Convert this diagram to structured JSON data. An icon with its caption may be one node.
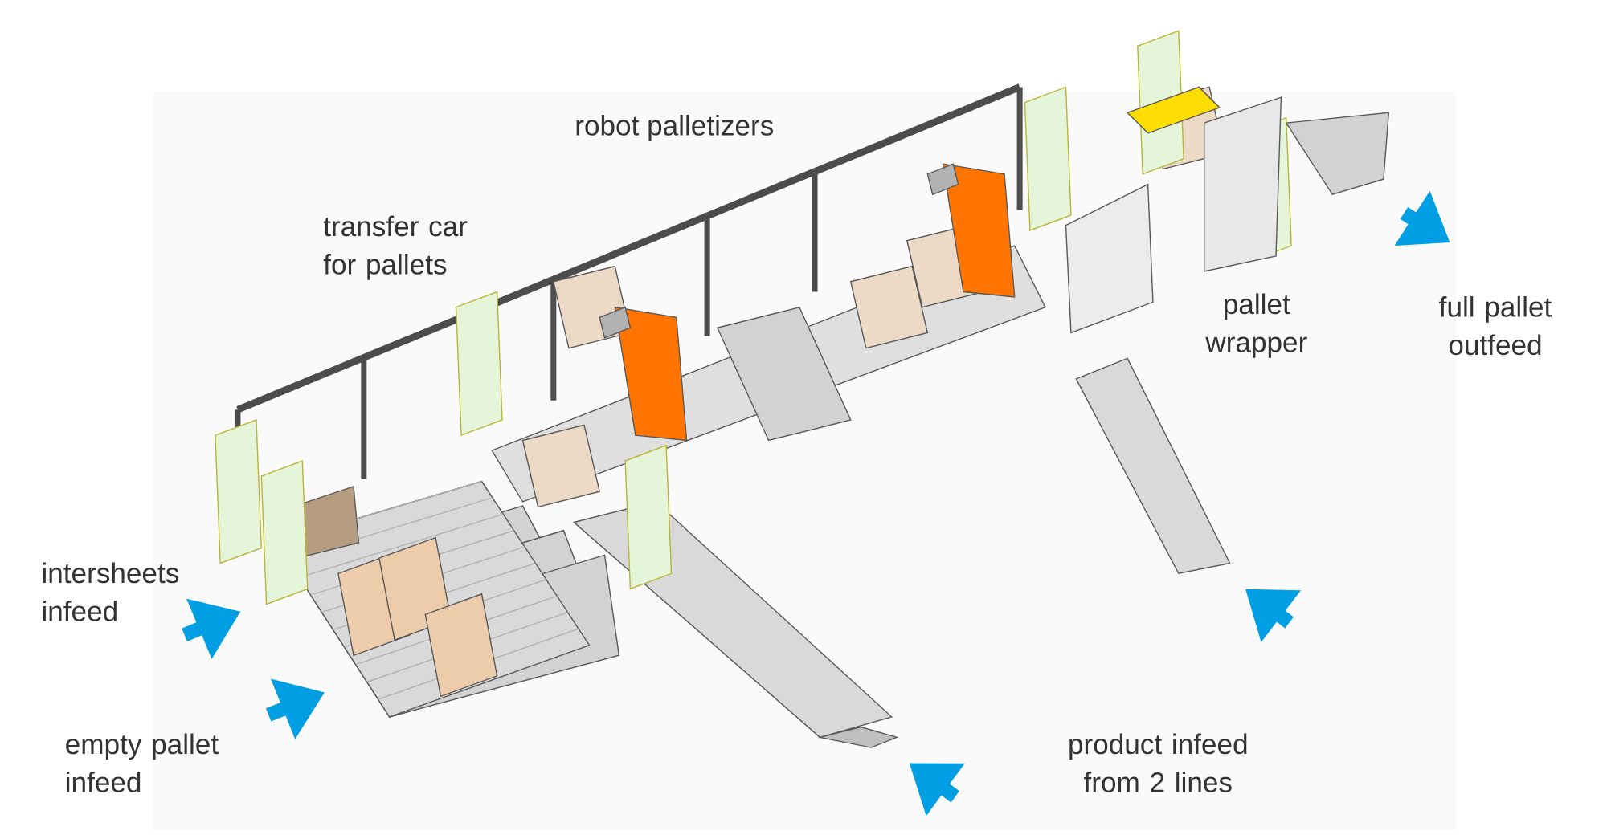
{
  "diagram": {
    "labels": [
      "robot palletizers",
      "transfer car for pallets",
      "pallet wrapper",
      "full pallet outfeed",
      "intersheets infeed",
      "empty pallet infeed",
      "product infeed from 2 lines"
    ]
  }
}
